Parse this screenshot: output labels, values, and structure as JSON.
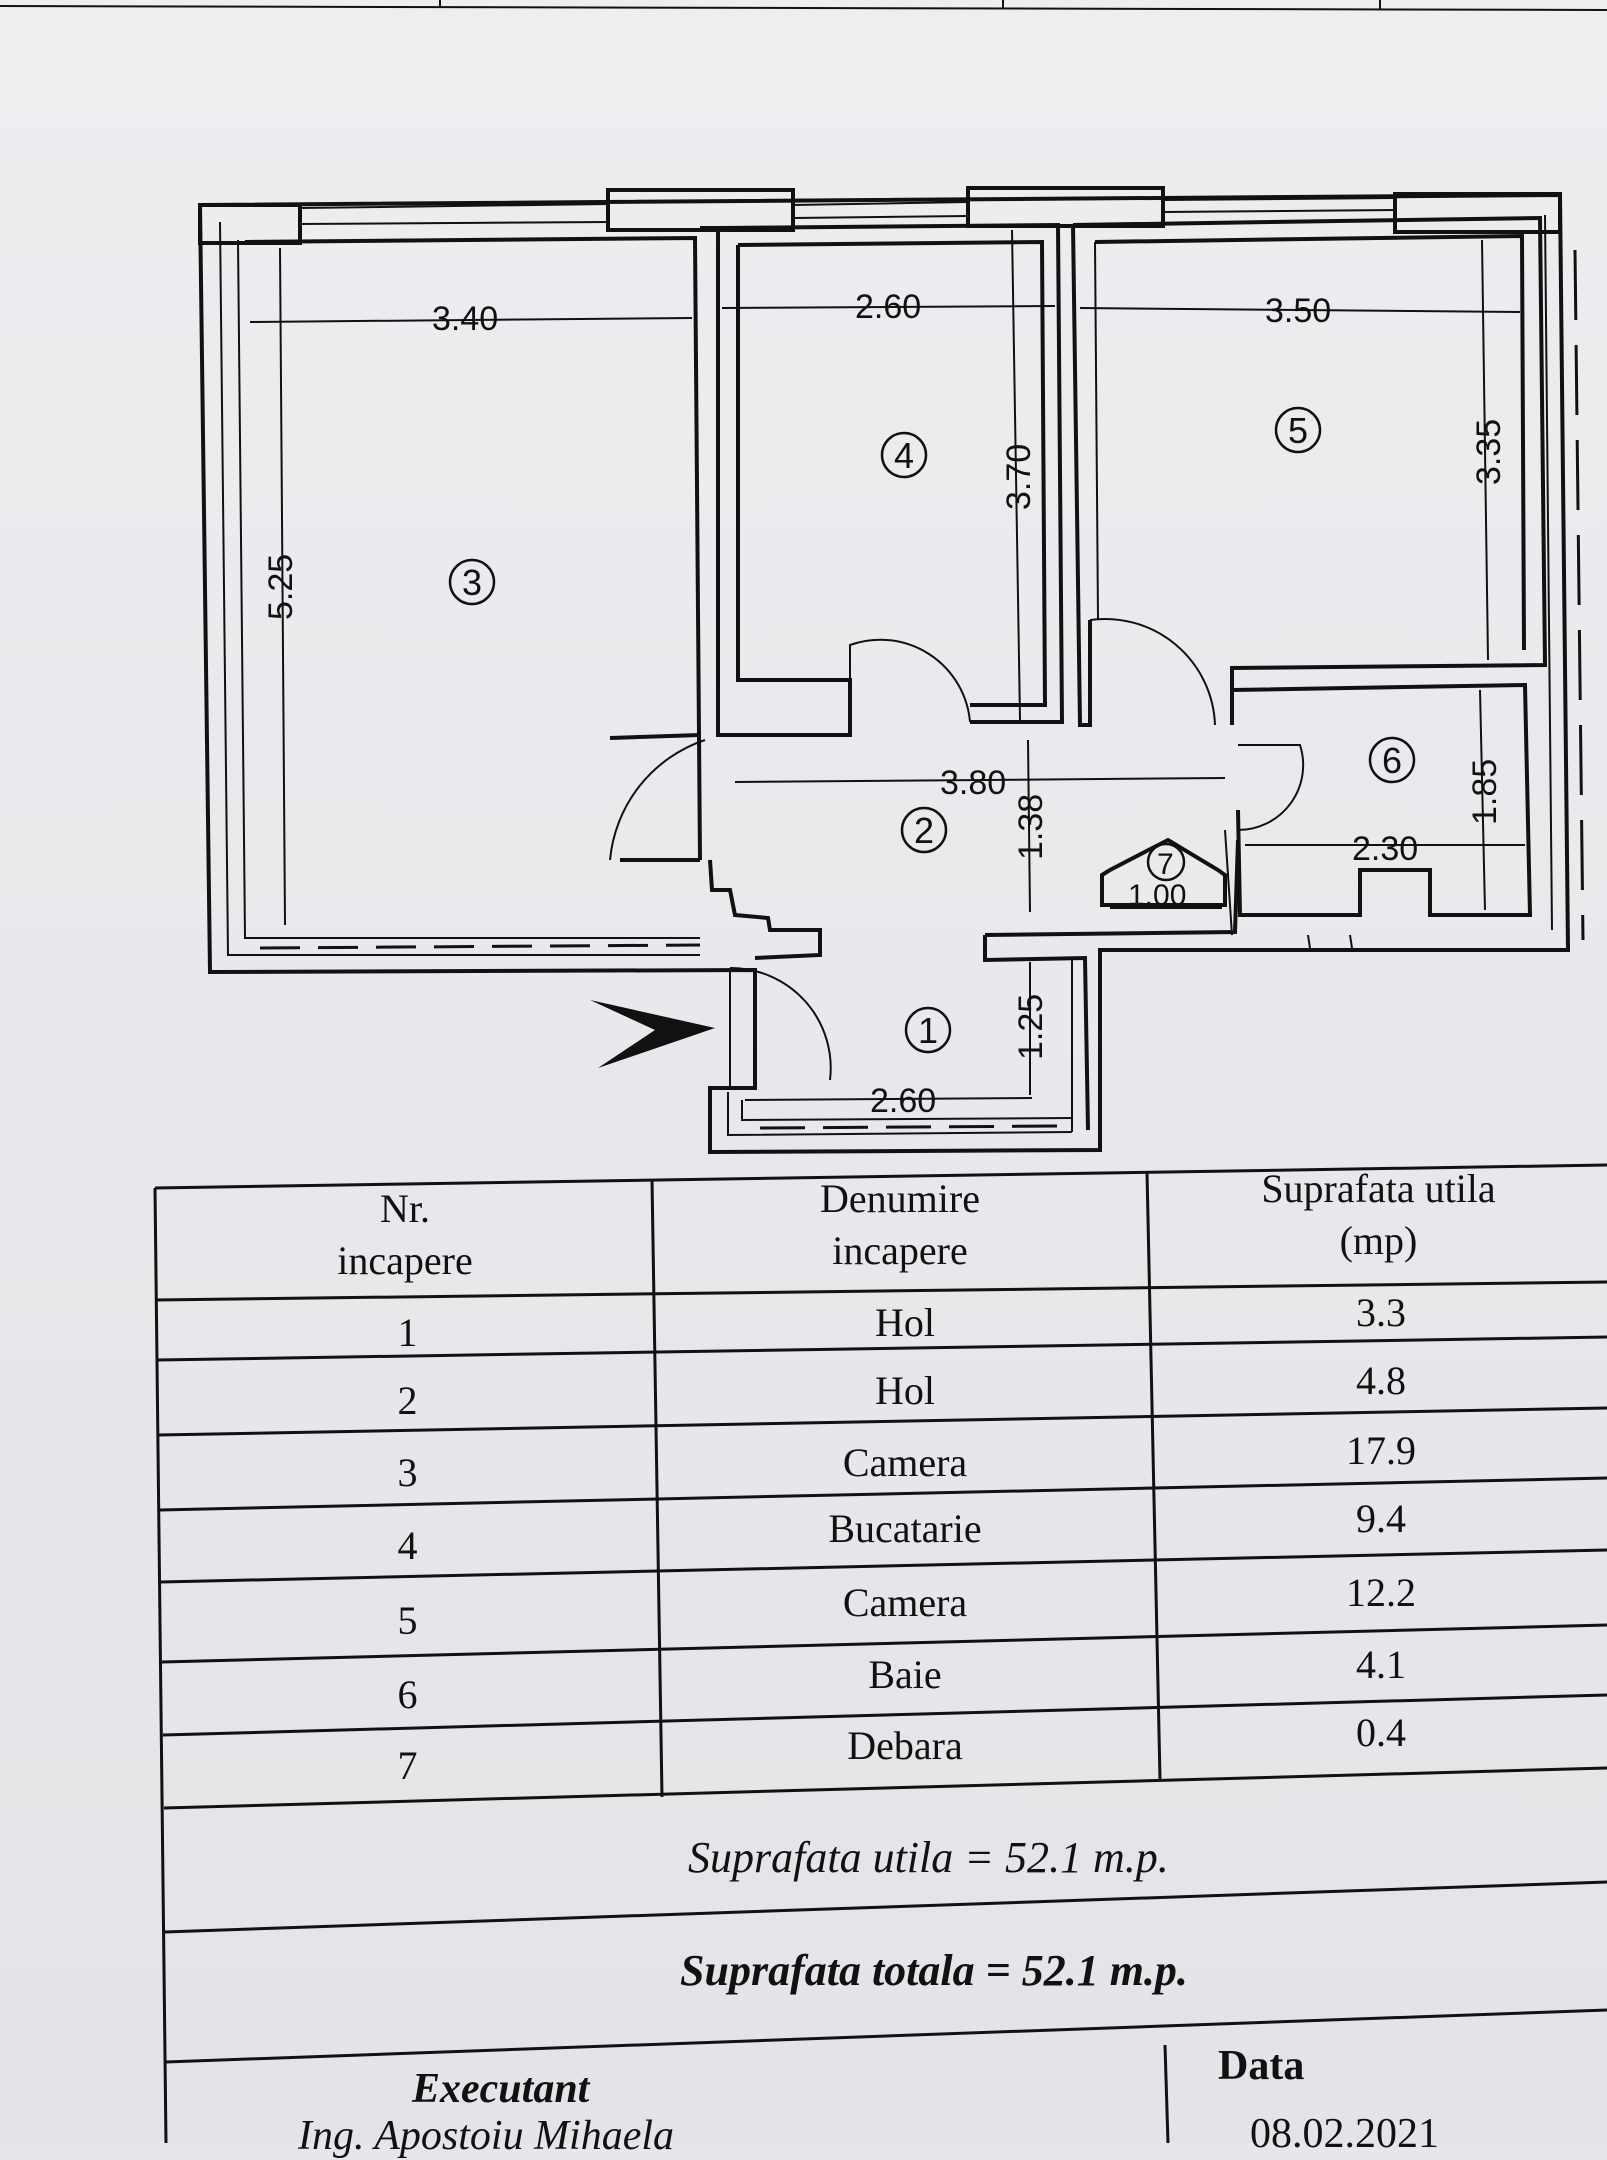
{
  "plan": {
    "rooms": [
      {
        "marker": "1"
      },
      {
        "marker": "2"
      },
      {
        "marker": "3"
      },
      {
        "marker": "4"
      },
      {
        "marker": "5"
      },
      {
        "marker": "6"
      },
      {
        "marker": "7"
      }
    ],
    "dimensions": {
      "d_340": "3.40",
      "d_260_top": "2.60",
      "d_350": "3.50",
      "d_525": "5.25",
      "d_370": "3.70",
      "d_335": "3.35",
      "d_380": "3.80",
      "d_138": "1.38",
      "d_185": "1.85",
      "d_230": "2.30",
      "d_100": "1.00",
      "d_125": "1.25",
      "d_260_bottom": "2.60"
    }
  },
  "table": {
    "headers": {
      "nr_line1": "Nr.",
      "nr_line2": "incapere",
      "name_line1": "Denumire",
      "name_line2": "incapere",
      "area_line1": "Suprafata utila",
      "area_line2": "(mp)"
    },
    "rows": [
      {
        "nr": "1",
        "name": "Hol",
        "area": "3.3"
      },
      {
        "nr": "2",
        "name": "Hol",
        "area": "4.8"
      },
      {
        "nr": "3",
        "name": "Camera",
        "area": "17.9"
      },
      {
        "nr": "4",
        "name": "Bucatarie",
        "area": "9.4"
      },
      {
        "nr": "5",
        "name": "Camera",
        "area": "12.2"
      },
      {
        "nr": "6",
        "name": "Baie",
        "area": "4.1"
      },
      {
        "nr": "7",
        "name": "Debara",
        "area": "0.4"
      }
    ],
    "useful_area": "Suprafata utila = 52.1  m.p.",
    "total_area": "Suprafata totala = 52.1 m.p."
  },
  "footer": {
    "executant_label": "Executant",
    "executant_name": "Ing. Apostoiu Mihaela",
    "date_label": "Data",
    "date_value": "08.02.2021"
  }
}
